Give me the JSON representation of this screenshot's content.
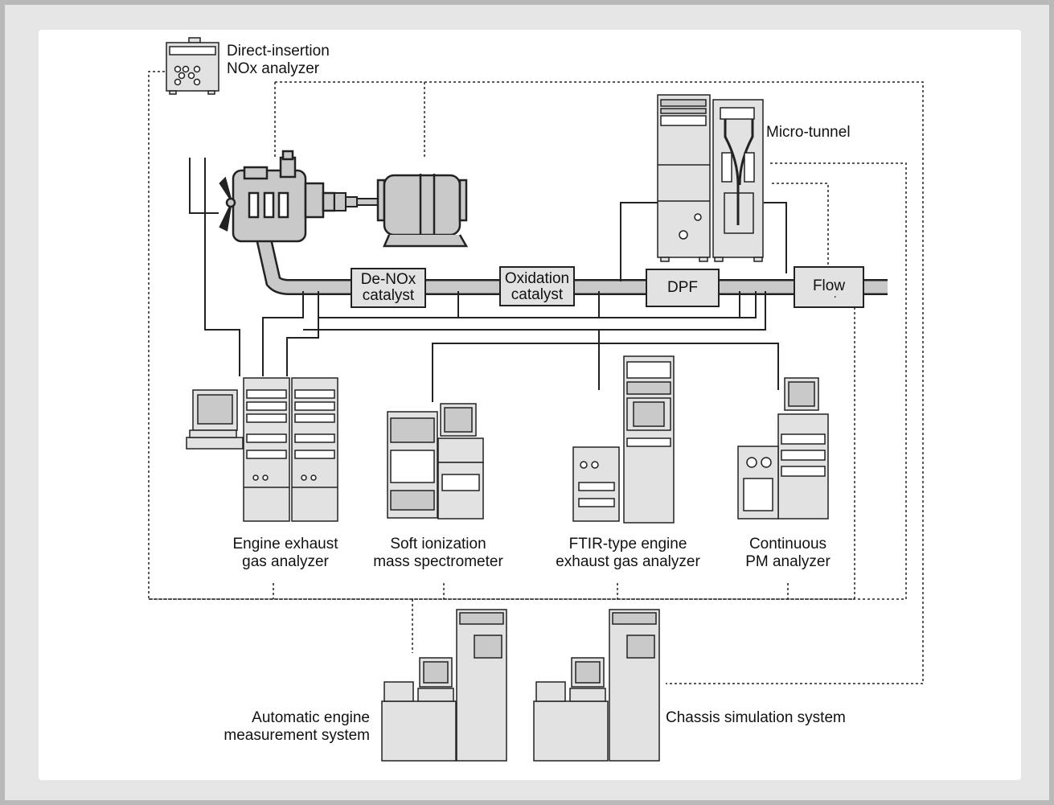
{
  "labels": {
    "direct_insertion": "Direct-insertion\nNOx analyzer",
    "micro_tunnel": "Micro-tunnel",
    "de_nox": "De-NOx\ncatalyst",
    "oxidation": "Oxidation\ncatalyst",
    "dpf": "DPF",
    "flow_meter": "Flow mete",
    "engine_exhaust": "Engine exhaust\ngas analyzer",
    "soft_ionization": "Soft ionization\nmass spectrometer",
    "ftir": "FTIR-type engine\nexhaust gas analyzer",
    "continuous_pm": "Continuous\nPM analyzer",
    "automatic_engine": "Automatic engine\nmeasurement system",
    "chassis_sim": "Chassis simulation system"
  }
}
